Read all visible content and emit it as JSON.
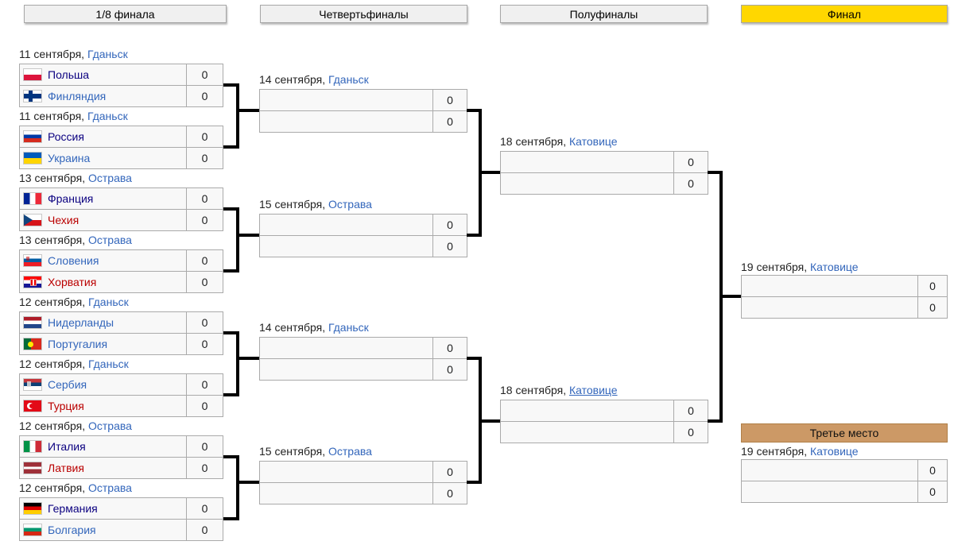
{
  "colors": {
    "final_header_bg": "#FFD700",
    "third_place_header_bg": "#CC9966",
    "link_blue": "#3366BB",
    "link_visited": "#0B0080",
    "link_red": "#BA0000",
    "cell_bg": "#F8F8F8",
    "box_border": "#AAAAAA",
    "bracket_line": "#000000"
  },
  "round_headers": {
    "r16": "1/8 финала",
    "quarterfinals": "Четвертьфиналы",
    "semifinals": "Полуфиналы",
    "final": "Финал"
  },
  "third_place_label": "Третье место",
  "round_of_16": [
    {
      "date": "11 сентября,",
      "city": "Гданьск",
      "teams": [
        {
          "name": "Польша",
          "flag": "pol",
          "link": "visited",
          "score": "0"
        },
        {
          "name": "Финляндия",
          "flag": "fin",
          "link": "blue",
          "score": "0"
        }
      ]
    },
    {
      "date": "11 сентября,",
      "city": "Гданьск",
      "teams": [
        {
          "name": "Россия",
          "flag": "rus",
          "link": "visited",
          "score": "0"
        },
        {
          "name": "Украина",
          "flag": "ukr",
          "link": "blue",
          "score": "0"
        }
      ]
    },
    {
      "date": "13 сентября,",
      "city": "Острава",
      "teams": [
        {
          "name": "Франция",
          "flag": "fra",
          "link": "visited",
          "score": "0"
        },
        {
          "name": "Чехия",
          "flag": "cze",
          "link": "red",
          "score": "0"
        }
      ]
    },
    {
      "date": "13 сентября,",
      "city": "Острава",
      "teams": [
        {
          "name": "Словения",
          "flag": "svn",
          "link": "blue",
          "score": "0"
        },
        {
          "name": "Хорватия",
          "flag": "cro",
          "link": "red",
          "score": "0"
        }
      ]
    },
    {
      "date": "12 сентября,",
      "city": "Гданьск",
      "teams": [
        {
          "name": "Нидерланды",
          "flag": "ned",
          "link": "blue",
          "score": "0"
        },
        {
          "name": "Португалия",
          "flag": "por",
          "link": "blue",
          "score": "0"
        }
      ]
    },
    {
      "date": "12 сентября,",
      "city": "Гданьск",
      "teams": [
        {
          "name": "Сербия",
          "flag": "srb",
          "link": "blue",
          "score": "0"
        },
        {
          "name": "Турция",
          "flag": "tur",
          "link": "red",
          "score": "0"
        }
      ]
    },
    {
      "date": "12 сентября,",
      "city": "Острава",
      "teams": [
        {
          "name": "Италия",
          "flag": "ita",
          "link": "visited",
          "score": "0"
        },
        {
          "name": "Латвия",
          "flag": "lat",
          "link": "red",
          "score": "0"
        }
      ]
    },
    {
      "date": "12 сентября,",
      "city": "Острава",
      "teams": [
        {
          "name": "Германия",
          "flag": "ger",
          "link": "visited",
          "score": "0"
        },
        {
          "name": "Болгария",
          "flag": "bul",
          "link": "blue",
          "score": "0"
        }
      ]
    }
  ],
  "quarterfinals": [
    {
      "date": "14 сентября,",
      "city": "Гданьск",
      "underline": "false",
      "scores": [
        "0",
        "0"
      ]
    },
    {
      "date": "15 сентября,",
      "city": "Острава",
      "underline": "false",
      "scores": [
        "0",
        "0"
      ]
    },
    {
      "date": "14 сентября,",
      "city": "Гданьск",
      "underline": "false",
      "scores": [
        "0",
        "0"
      ]
    },
    {
      "date": "15 сентября,",
      "city": "Острава",
      "underline": "false",
      "scores": [
        "0",
        "0"
      ]
    }
  ],
  "semifinals": [
    {
      "date": "18 сентября,",
      "city": "Катовице",
      "underline": "false",
      "scores": [
        "0",
        "0"
      ]
    },
    {
      "date": "18 сентября,",
      "city": "Катовице",
      "underline": "true",
      "scores": [
        "0",
        "0"
      ]
    }
  ],
  "final_match": {
    "date": "19 сентября,",
    "city": "Катовице",
    "underline": "false",
    "scores": [
      "0",
      "0"
    ]
  },
  "third_place_match": {
    "date": "19 сентября,",
    "city": "Катовице",
    "underline": "false",
    "scores": [
      "0",
      "0"
    ]
  }
}
